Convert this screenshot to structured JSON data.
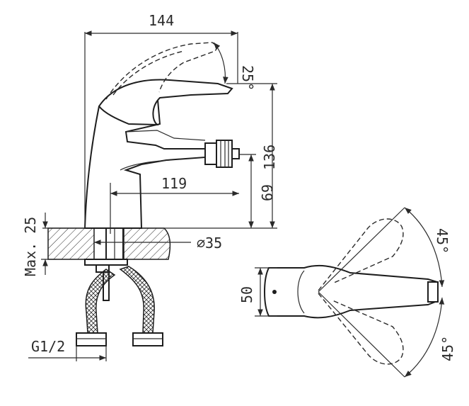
{
  "drawing": {
    "front_view": {
      "width_label": "144",
      "lever_angle_label": "25°",
      "height_label": "136",
      "spout_reach_label": "119",
      "spout_height_label": "69",
      "deck_label": "Max. 25",
      "hole_label": "∅35",
      "thread_label": "G1/2"
    },
    "top_view": {
      "depth_label": "50",
      "angle_top_label": "45°",
      "angle_bottom_label": "45°"
    }
  }
}
